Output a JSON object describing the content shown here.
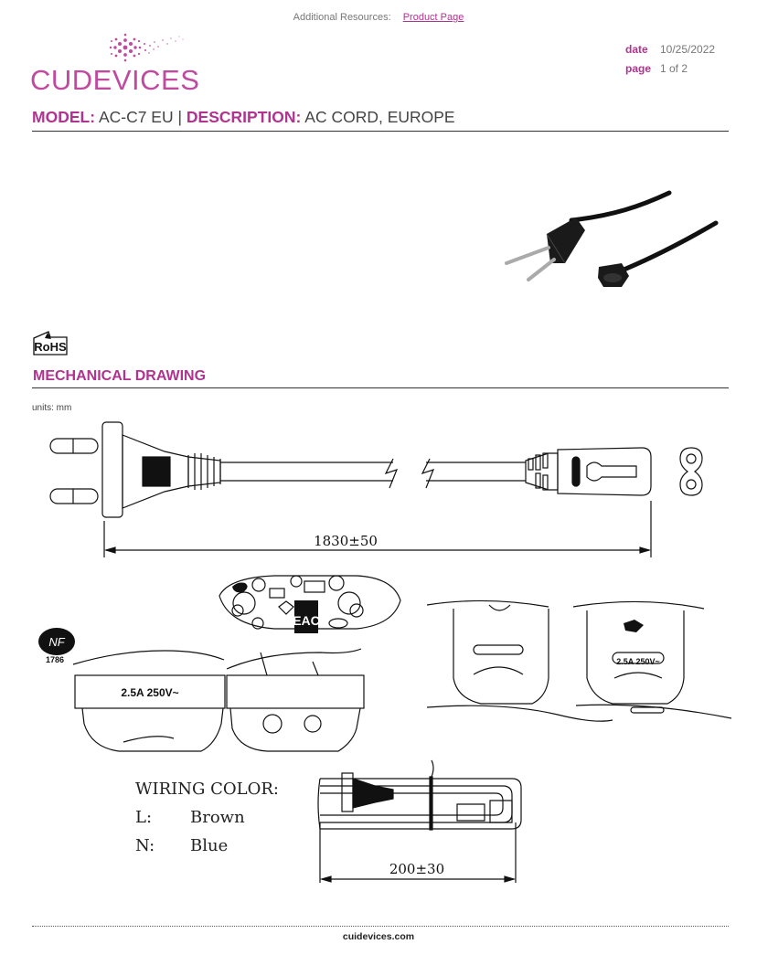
{
  "header": {
    "resources_label": "Additional Resources:",
    "resources_link": "Product Page",
    "logo": {
      "part1": "CU",
      "part2": "DEVICES"
    },
    "date_key": "date",
    "date_val": "10/25/2022",
    "page_key": "page",
    "page_val": "1 of 2"
  },
  "model": {
    "model_key": "MODEL:",
    "model_val": "AC-C7 EU",
    "separator": "|",
    "desc_key": "DESCRIPTION:",
    "desc_val": "AC CORD, EUROPE"
  },
  "rohs_label": "RoHS",
  "section": {
    "title": "MECHANICAL DRAWING",
    "units": "units: mm"
  },
  "drawing": {
    "length_dim": "1830±50",
    "rating_label": "2.5A 250V~",
    "rating_label_small": "2.5A 250V~",
    "nf_label": "NF",
    "nf_number": "1786",
    "coil_dim": "200±30",
    "eac_label": "EAC"
  },
  "wiring": {
    "title": "WIRING COLOR:",
    "rows": [
      {
        "key": "L:",
        "value": "Brown"
      },
      {
        "key": "N:",
        "value": "Blue"
      }
    ]
  },
  "footer": {
    "site": "cuidevices.com"
  },
  "colors": {
    "brand": "#b0338f"
  }
}
